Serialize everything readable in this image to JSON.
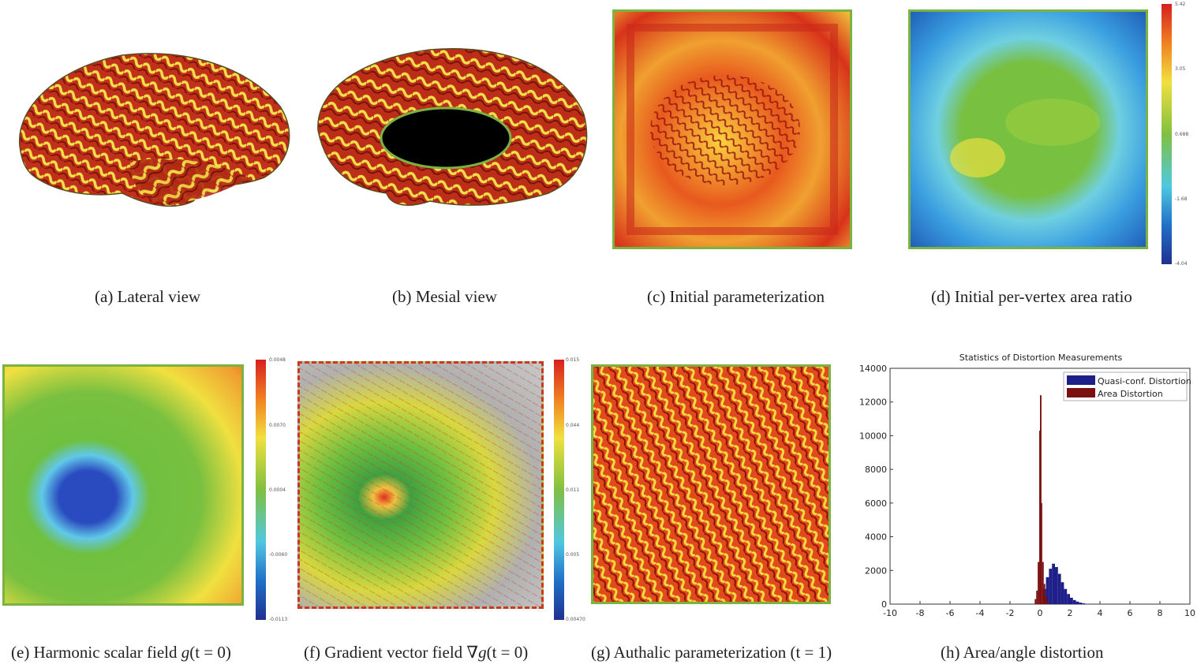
{
  "captions": {
    "a": "(a)  Lateral view",
    "b": "(b)  Mesial view",
    "c": "(c)  Initial parameterization",
    "d": "(d)  Initial per-vertex area ratio",
    "e_pre": "(e)  Harmonic scalar field ",
    "e_math": "g",
    "e_post": "(t = 0)",
    "f_pre": "(f)  Gradient vector field ∇",
    "f_math": "g",
    "f_post": "(t = 0)",
    "g_pre": "(g)  Authalic parameterization ",
    "g_post": "(t = 1)",
    "h": "(h)  Area/angle distortion"
  },
  "colorbar_d": [
    "5.42",
    "3.05",
    "0.688",
    "-1.68",
    "-4.04"
  ],
  "colorbar_e": [
    "0.0048",
    "0.0070",
    "0.0004",
    "-0.0060",
    "-0.0113"
  ],
  "colorbar_f": [
    "0.015",
    "0.044",
    "0.011",
    "0.005",
    "0.00470"
  ],
  "colors": {
    "frame": "#7bb342",
    "quasi": "#1f1f8a",
    "area": "#7a1010"
  },
  "chart_data": {
    "type": "bar",
    "title": "Statistics of Distortion Measurements",
    "xlim": [
      -10,
      10
    ],
    "ylim": [
      0,
      14000
    ],
    "xticks": [
      -10,
      -8,
      -6,
      -4,
      -2,
      0,
      2,
      4,
      6,
      8,
      10
    ],
    "yticks": [
      0,
      2000,
      4000,
      6000,
      8000,
      10000,
      12000,
      14000
    ],
    "legend_position": "top-right",
    "series": [
      {
        "name": "Quasi-conf. Distortion",
        "x": [
          0.3,
          0.5,
          0.7,
          0.9,
          1.1,
          1.3,
          1.5,
          1.7,
          1.9,
          2.1,
          2.3,
          2.5,
          2.7,
          2.9,
          3.1
        ],
        "values": [
          900,
          1600,
          2100,
          2400,
          2200,
          1800,
          1300,
          900,
          600,
          380,
          240,
          150,
          90,
          50,
          20
        ]
      },
      {
        "name": "Area Distortion",
        "x": [
          -0.3,
          -0.2,
          -0.1,
          0.0,
          0.05,
          0.1,
          0.2,
          0.3,
          0.4,
          0.5
        ],
        "values": [
          300,
          800,
          2500,
          10300,
          12400,
          6000,
          2500,
          1200,
          500,
          200
        ]
      }
    ]
  }
}
